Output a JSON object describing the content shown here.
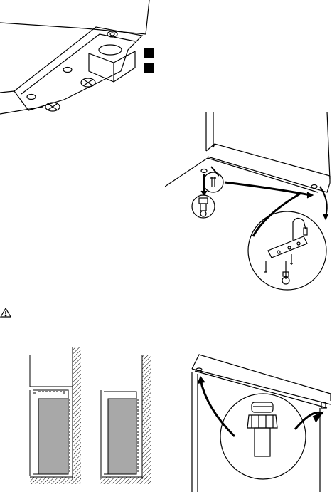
{
  "figures": [
    {
      "id": "hinge-detail",
      "caption": ""
    },
    {
      "id": "door-removal",
      "caption": ""
    },
    {
      "id": "installation-clearance",
      "caption": ""
    },
    {
      "id": "top-hinge-pin",
      "caption": ""
    }
  ],
  "markers": [
    {
      "label": ""
    },
    {
      "label": ""
    }
  ],
  "warning": {
    "icon": "warning-triangle-icon",
    "text": ""
  },
  "colors": {
    "line": "#000000",
    "cabinet_fill": "#a8a8a8",
    "hatch": "#000000"
  }
}
